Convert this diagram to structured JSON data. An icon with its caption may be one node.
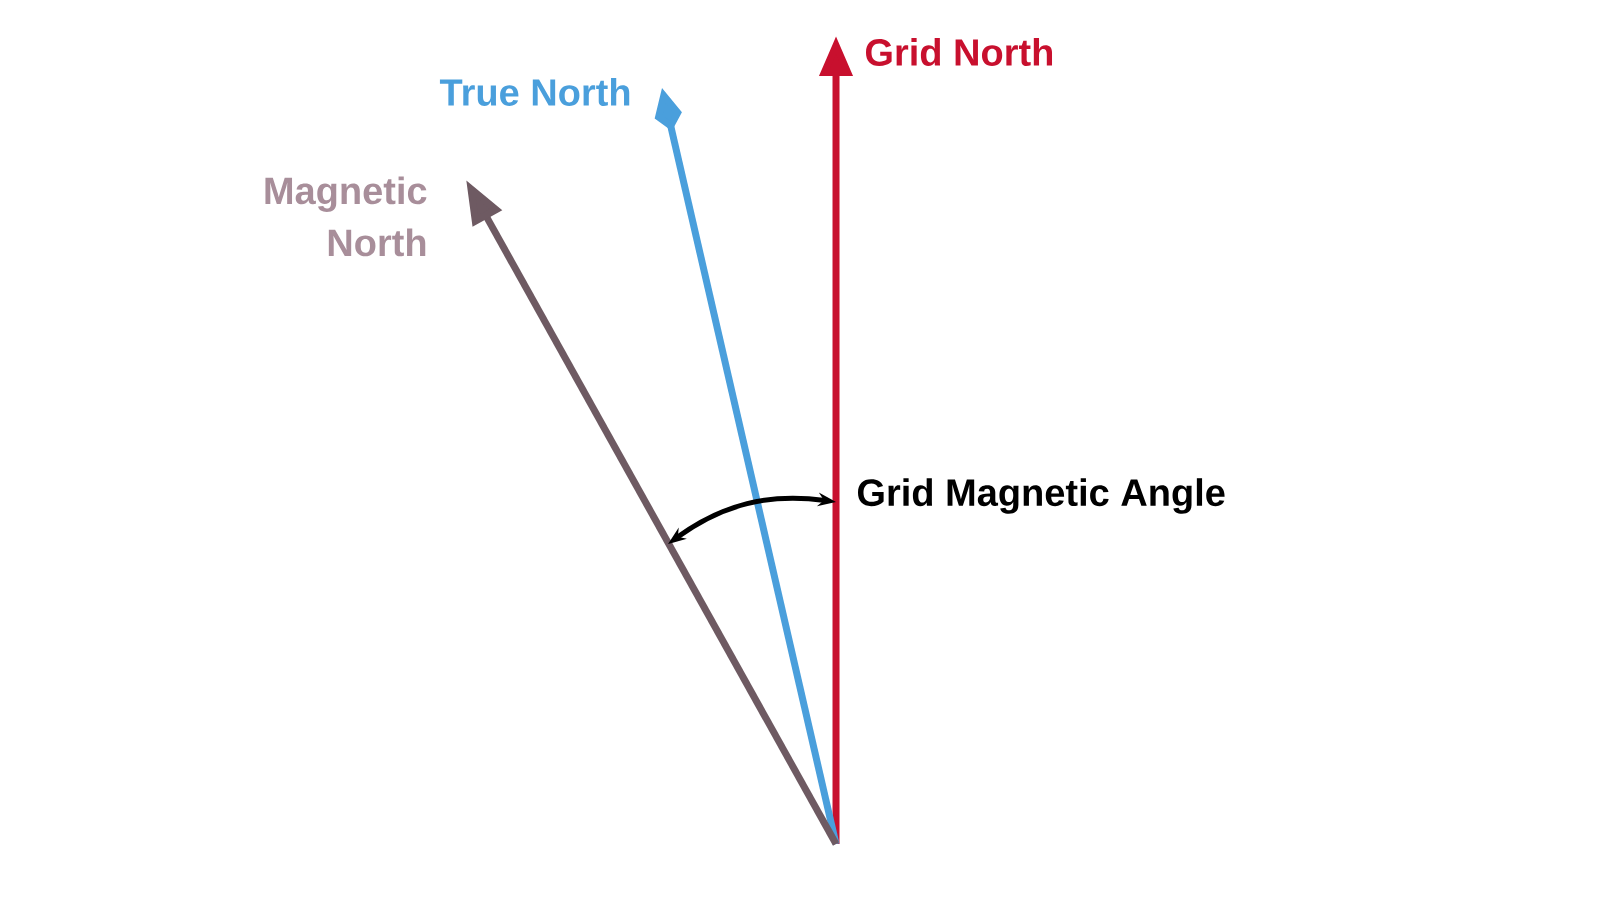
{
  "diagram": {
    "labels": [
      "Grid North",
      "True North",
      "Magnetic North",
      "Grid Magnetic Angle"
    ]
  }
}
